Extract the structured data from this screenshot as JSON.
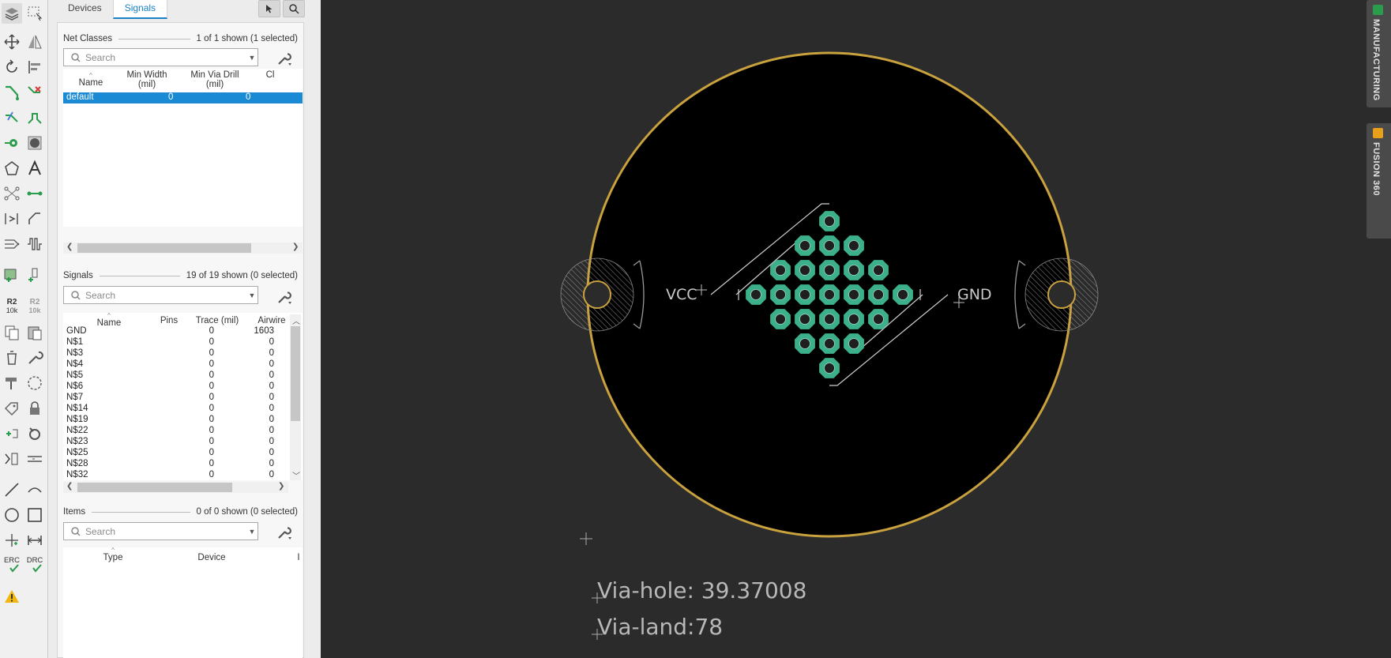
{
  "panel": {
    "tabs": [
      {
        "label": "Devices"
      },
      {
        "label": "Signals"
      }
    ]
  },
  "net_classes": {
    "title": "Net Classes",
    "count": "1 of 1 shown (1 selected)",
    "search_placeholder": "Search",
    "columns": [
      "Name",
      "Min Width\n(mil)",
      "Min Via Drill\n(mil)",
      "Cl"
    ],
    "rows": [
      {
        "name": "default",
        "min_width": "0",
        "min_via_drill": "0"
      }
    ]
  },
  "signals": {
    "title": "Signals",
    "count": "19 of 19 shown (0 selected)",
    "search_placeholder": "Search",
    "columns": [
      "Name",
      "Pins",
      "Trace (mil)",
      "Airwire"
    ],
    "rows": [
      {
        "name": "GND",
        "pins": "0",
        "trace": "1603"
      },
      {
        "name": "N$1",
        "pins": "0",
        "trace": "0"
      },
      {
        "name": "N$3",
        "pins": "0",
        "trace": "0"
      },
      {
        "name": "N$4",
        "pins": "0",
        "trace": "0"
      },
      {
        "name": "N$5",
        "pins": "0",
        "trace": "0"
      },
      {
        "name": "N$6",
        "pins": "0",
        "trace": "0"
      },
      {
        "name": "N$7",
        "pins": "0",
        "trace": "0"
      },
      {
        "name": "N$14",
        "pins": "0",
        "trace": "0"
      },
      {
        "name": "N$19",
        "pins": "0",
        "trace": "0"
      },
      {
        "name": "N$22",
        "pins": "0",
        "trace": "0"
      },
      {
        "name": "N$23",
        "pins": "0",
        "trace": "0"
      },
      {
        "name": "N$25",
        "pins": "0",
        "trace": "0"
      },
      {
        "name": "N$28",
        "pins": "0",
        "trace": "0"
      },
      {
        "name": "N$32",
        "pins": "0",
        "trace": "0"
      }
    ]
  },
  "items": {
    "title": "Items",
    "count": "0 of 0 shown (0 selected)",
    "search_placeholder": "Search",
    "columns": [
      "Type",
      "Device",
      "I"
    ]
  },
  "toolbar": {
    "r2_label_top": "R2",
    "r2_label_bottom": "10k",
    "erc_label": "ERC",
    "drc_label": "DRC"
  },
  "canvas": {
    "vcc_label": "VCC",
    "gnd_label": "GND",
    "via_hole_text": "Via-hole: 39.37008",
    "via_land_text": "Via-land:78",
    "board_outline_color": "#c9a23e",
    "via_color": "#3bb08a"
  },
  "right_tabs": {
    "manufacturing": "MANUFACTURING",
    "fusion": "FUSION 360"
  }
}
